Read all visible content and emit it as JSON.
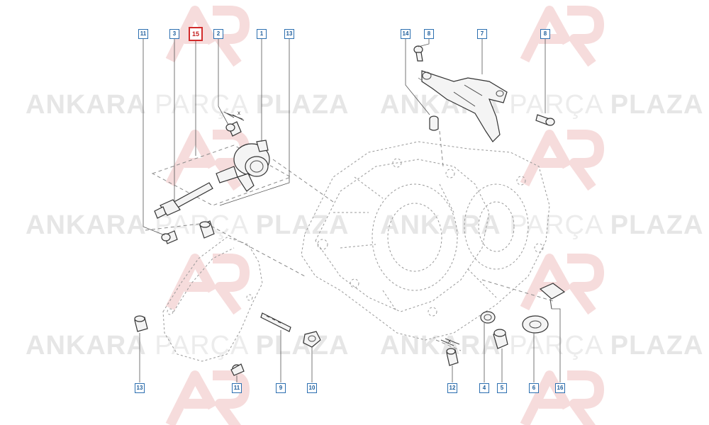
{
  "watermark": {
    "part1": "ANKARA",
    "part2": "PARÇA",
    "part3": "PLAZA"
  },
  "callouts": {
    "top": [
      "11",
      "3",
      "15",
      "2",
      "1",
      "13",
      "14",
      "8",
      "7",
      "8"
    ],
    "bottom": [
      "13",
      "11",
      "9",
      "10",
      "12",
      "4",
      "5",
      "6",
      "16"
    ],
    "selected": "15"
  },
  "dimension_mark": "x",
  "colors": {
    "callout_border": "#2c6fb0",
    "callout_text": "#1d5d9b",
    "selected_border": "#d22a2a",
    "line": "#4a4a4a",
    "dashed": "#8a8a8a",
    "watermark_logo": "#f5d7d7",
    "watermark_text": "#e6e6e6"
  }
}
